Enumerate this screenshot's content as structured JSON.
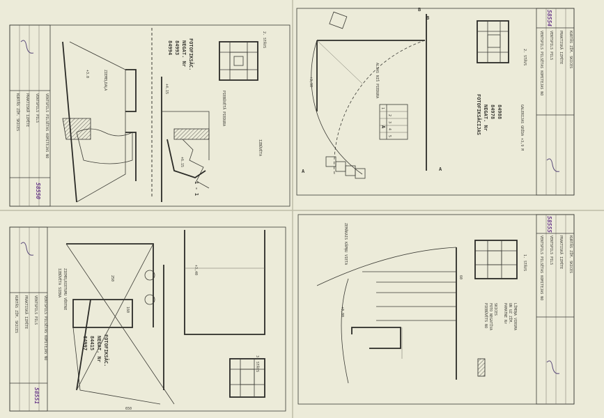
{
  "sheets": {
    "top_left": {
      "number": "58550",
      "title_block": [
        "VENTSPILS PILSĒTAS KOMITEJAS NO",
        "VENTSPILS PILS",
        "PRAKTISKĀ IZPĒTE",
        "KURTĀS ZĪM. SKICES"
      ],
      "photo_label": [
        "FOTOFIKSĀC.",
        "NEGAT. Nr",
        "84993",
        "84994"
      ],
      "floor_label": "2. STĀVS",
      "section_label": "1 - 1",
      "labels": [
        "ZIEMEĻDAĻA",
        "PIEBŪVĒTĀ PIEDURA",
        "IZBŪVĒTA",
        "+3.0",
        "+4.15",
        "+6.15"
      ]
    },
    "top_right": {
      "number": "58554",
      "title_block": [
        "VENTSPILS PILSĒTAS KOMITEJAS NO",
        "VENTSPILS PILS",
        "PRAKTISKĀ IZPĒTE",
        "KURTĀS ZĪM. SKICES"
      ],
      "photo_label": [
        "FOTOFIKSĀCIJAS",
        "NEGAT. Nr",
        "84978",
        "84988"
      ],
      "floor_label": "2. STĀVS",
      "section_marks": [
        "A",
        "B",
        "A",
        "B"
      ],
      "labels": [
        "GALERIJAS GRĪDA +3,9 M",
        "ALJAS NIŠ PIEDURA",
        "+3,90"
      ],
      "table_header": "A",
      "table_rows": [
        "1",
        "2",
        "3",
        "4",
        "5"
      ]
    },
    "bottom_left": {
      "number": "58551",
      "title_block": [
        "VENTSPILS PILSĒTAS KOMITEJAS NO",
        "VENTSPILS PILS",
        "PRAKTISKĀ IZPĒTE",
        "KURTĀS ZĪM. SKICES"
      ],
      "photo_label": [
        "FOTOFIKSĀC.",
        "NEGAT. Nr",
        "84415",
        "84997"
      ],
      "floor_label": "3. STĀVS",
      "labels": [
        "ZIEMEĻRIETUMU VĒRTNE",
        "IZBŪVĒTA SIENA",
        "+3,40",
        "160",
        "250",
        "650"
      ]
    },
    "bottom_right": {
      "number": "58555",
      "title_block": [
        "VENTSPILS PILSĒTAS KOMITEJAS NO",
        "VENTSPILS PILS",
        "PRAKTISKĀ IZPĒTE",
        "KURTĀS ZĪM. SKICES"
      ],
      "floor_label": "1. STĀVS",
      "notes": [
        "PIEBŪVĒTS NO",
        "FOTO NEGATĪVA",
        "SKICES",
        "PAMATNE Nr",
        "UN UZ ZĪM.",
        "LĪMEŅA VIRSMA"
      ],
      "labels": [
        "ZEMĀKAIS KĀPŅU VIETA",
        "+0,00",
        "60"
      ]
    }
  }
}
